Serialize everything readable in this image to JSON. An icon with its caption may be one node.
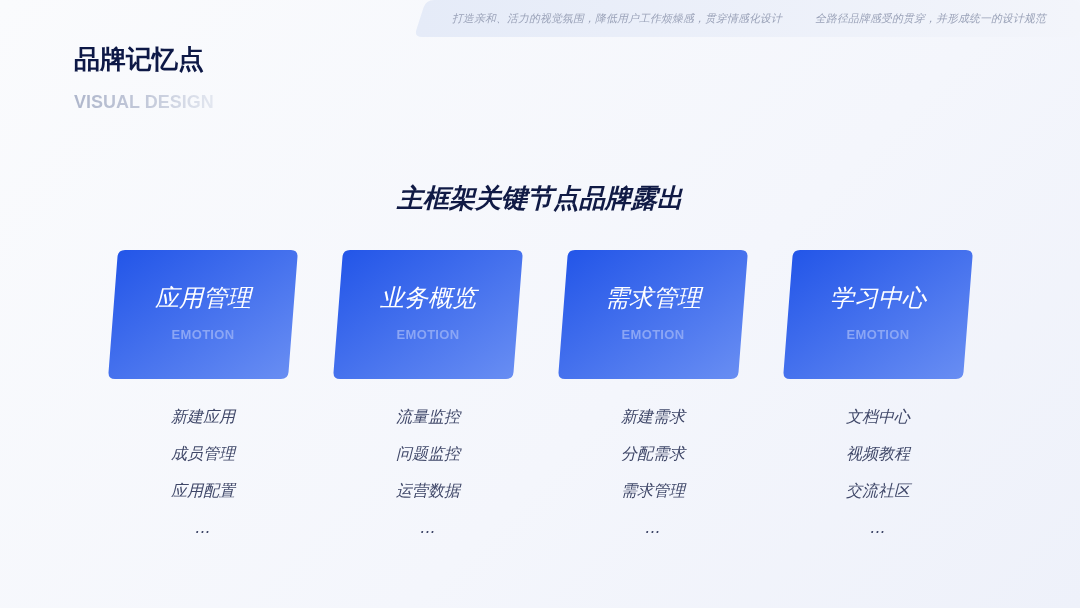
{
  "diagram": {
    "title": "品牌记忆点",
    "nodes": [
      {
        "text": [
          "打造亲和、活力的视觉氛围，降低用户工作烦燥感，贯穿情感化设计",
          "全路径品牌感受的贯穿，并形成统一的设计规范"
        ]
      },
      {
        "text": [
          "应用管理",
          "EMOTION"
        ],
        "beside": [
          "新建应用",
          "成员管理",
          "应用配置",
          "..."
        ]
      },
      {
        "text": [
          "业务概览",
          "EMOTION"
        ],
        "beside": [
          "流量监控",
          "问题监控",
          "运营数据",
          "..."
        ]
      },
      {
        "text": [
          "需求管理",
          "EMOTION"
        ],
        "beside": [
          "新建需求",
          "分配需求",
          "需求管理",
          "..."
        ]
      },
      {
        "text": [
          "学习中心",
          "EMOTION"
        ],
        "beside": [
          "文档中心",
          "视频教程",
          "交流社区",
          "..."
        ]
      }
    ],
    "labels": [
      "VISUAL DESIGN",
      "主框架关键节点品牌露出"
    ]
  }
}
